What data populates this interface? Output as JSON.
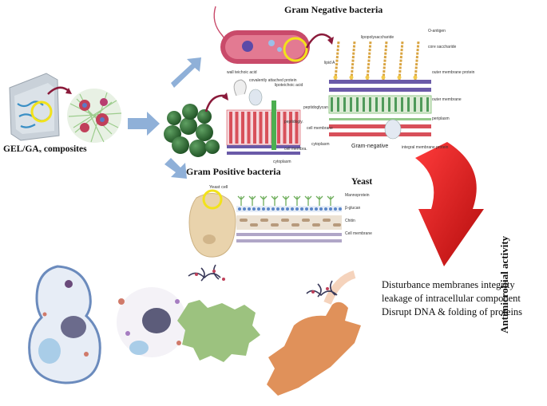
{
  "composite": {
    "label": "GEL/GAₓ composites"
  },
  "gram_negative": {
    "title": "Gram Negative bacteria",
    "labels": {
      "lipopolysaccharide": "lipopolysaccharide",
      "o_antigen": "O-antigen",
      "core_saccharide": "core saccharide",
      "lipid_a": "lipid A",
      "outer_membrane_protein": "outer membrane protein",
      "outer_membrane": "outer membrane",
      "peptidoglycan": "peptidoglycan",
      "periplasm": "periplasm",
      "cell_membrane": "cell membrane",
      "cytoplasm": "cytoplasm",
      "gram_negative": "Gram-negative",
      "integral_membrane_protein": "integral membrane protein"
    }
  },
  "gram_positive": {
    "title": "Gram Positive bacteria",
    "labels": {
      "wall_teichoic_acid": "wall teichoic acid",
      "covalently_attached_protein": "covalently attached protein",
      "lipoteichoic_acid": "lipoteichoic acid",
      "peptidoglycan": "peptidogly.",
      "cell_membrane": "cell membra.",
      "cytoplasm": "cytoplasm"
    }
  },
  "yeast": {
    "title": "Yeast",
    "labels": {
      "yeast_cell": "Yeast cell",
      "mannoprotein": "Mannoprotein",
      "beta_glucan": "β-glucan",
      "chitin": "Chitin",
      "cell_membrane": "Cell membrane"
    }
  },
  "activity": {
    "label": "Antimicrobial activity"
  },
  "effects": [
    "Disturbance membranes  integrity",
    "leakage of intracellular component",
    "Disrupt DNA & folding of proteins"
  ],
  "colors": {
    "arrow_blue": "#8fb0d8",
    "arrow_red": "#d81b1b",
    "bacteria_green": "#2f6e35",
    "gram_neg_pink": "#c94a6a",
    "membrane_purple": "#6a5aa8",
    "membrane_red": "#d8505a",
    "peptidoglycan_green": "#93c98a",
    "yeast_beige": "#e9d3ac",
    "damaged_green": "#9cc27f",
    "damaged_orange": "#e0915a"
  }
}
